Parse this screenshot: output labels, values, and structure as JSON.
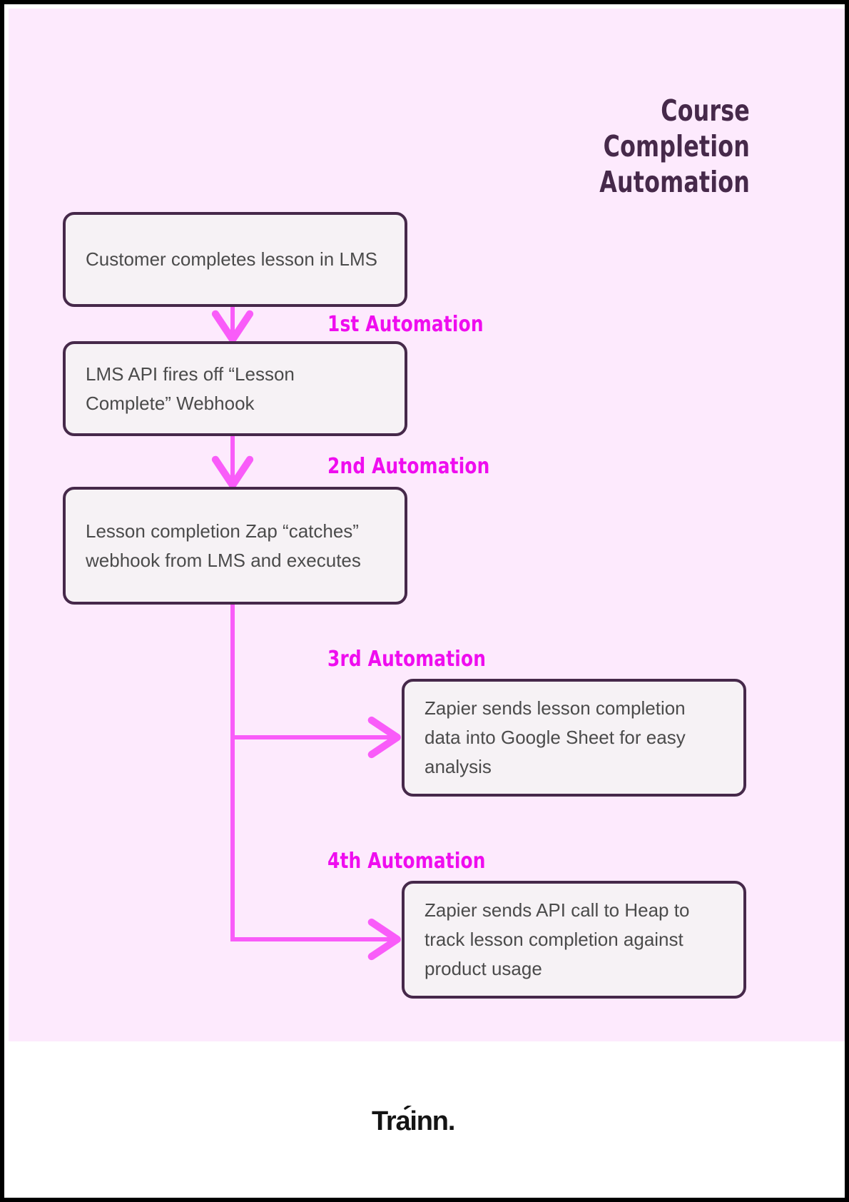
{
  "title": {
    "line1": "Course",
    "line2": "Completion",
    "line3": "Automation"
  },
  "colors": {
    "page_background": "#fdeafd",
    "footer_background": "#ffffff",
    "node_fill": "#f6f2f5",
    "node_border": "#46294a",
    "title_text": "#46294a",
    "node_text": "#4b4b4b",
    "accent_magenta": "#ef0def",
    "arrow_pink": "#f95cf9",
    "outer_border": "#000000"
  },
  "nodes": [
    {
      "id": "node1",
      "text": "Customer completes lesson in LMS"
    },
    {
      "id": "node2",
      "text": "LMS API fires off “Lesson Complete” Webhook"
    },
    {
      "id": "node3",
      "text": "Lesson completion Zap “catches” webhook from LMS and executes"
    },
    {
      "id": "node4",
      "text": "Zapier sends lesson completion data into Google Sheet for easy analysis"
    },
    {
      "id": "node5",
      "text": "Zapier sends API call to Heap to track lesson completion against product usage"
    }
  ],
  "automation_labels": [
    {
      "id": "lbl1",
      "text": "1st Automation"
    },
    {
      "id": "lbl2",
      "text": "2nd Automation"
    },
    {
      "id": "lbl3",
      "text": "3rd Automation"
    },
    {
      "id": "lbl4",
      "text": "4th Automation"
    }
  ],
  "footer": {
    "brand": "Trainn."
  }
}
